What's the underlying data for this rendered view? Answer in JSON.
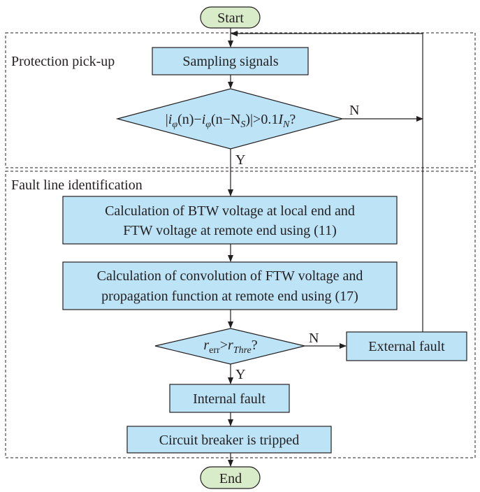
{
  "start": "Start",
  "end": "End",
  "sections": {
    "pickup": "Protection pick-up",
    "identification": "Fault line identification"
  },
  "steps": {
    "sampling": "Sampling signals",
    "btw_line1": "Calculation of BTW voltage at local end and",
    "btw_line2": "FTW voltage at remote end using (11)",
    "conv_line1": "Calculation of convolution of FTW voltage and",
    "conv_line2": "propagation function at remote end using (17)",
    "external": "External fault",
    "internal": "Internal fault",
    "breaker": "Circuit breaker is tripped"
  },
  "decision1": {
    "p1": "|",
    "i1": "i",
    "s1": "φ",
    "p2": "(n)−",
    "i2": "i",
    "s2": "φ",
    "p3": "(n−N",
    "s3": "S",
    "p4": ")|>0.1",
    "i3": "I",
    "s4": "N",
    "p5": "?"
  },
  "decision2": {
    "r1": "r",
    "s1": "err",
    "gt": ">",
    "r2": "r",
    "s2": "Thre",
    "q": "?"
  },
  "labels": {
    "yes": "Y",
    "no": "N"
  },
  "colors": {
    "process": "#bde3f6",
    "terminal": "#d9ecc9"
  }
}
